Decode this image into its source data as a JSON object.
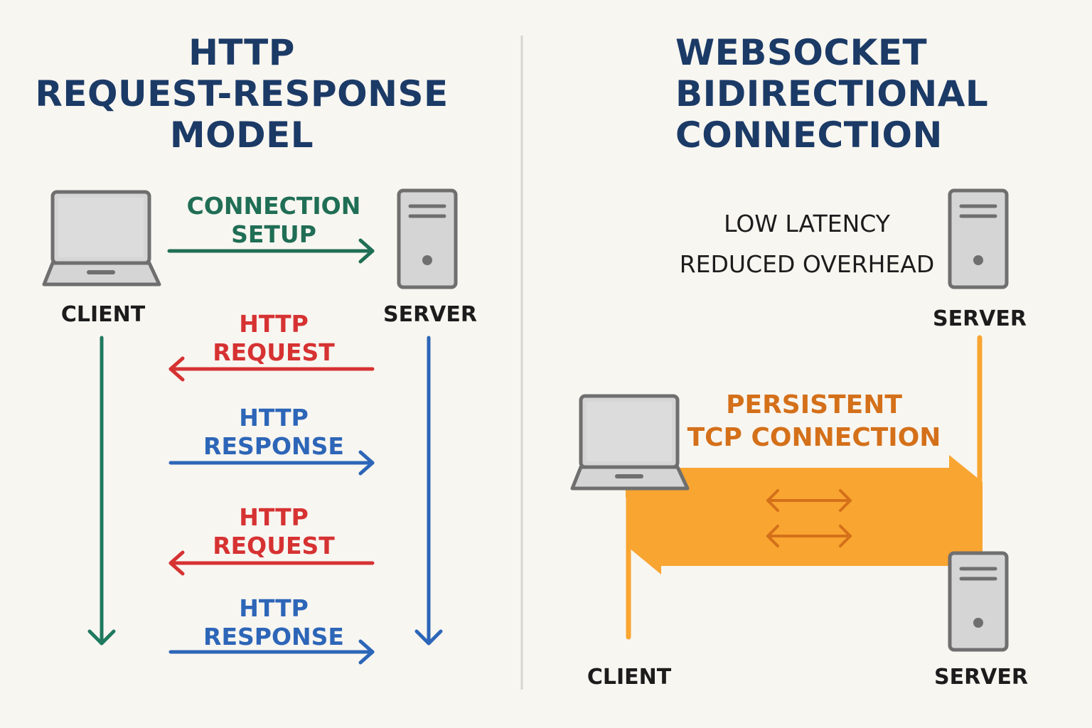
{
  "left": {
    "title": [
      "HTTP",
      "REQUEST-RESPONSE",
      "MODEL"
    ],
    "client_label": "CLIENT",
    "server_label": "SERVER",
    "connection_setup": [
      "CONNECTION",
      "SETUP"
    ],
    "messages": [
      {
        "lines": [
          "HTTP",
          "REQUEST"
        ],
        "direction": "server-to-client",
        "color": "#d63232"
      },
      {
        "lines": [
          "HTTP",
          "RESPONSE"
        ],
        "direction": "client-to-server",
        "color": "#2d66b8"
      },
      {
        "lines": [
          "HTTP",
          "REQUEST"
        ],
        "direction": "server-to-client",
        "color": "#d63232"
      },
      {
        "lines": [
          "HTTP",
          "RESPONSE"
        ],
        "direction": "client-to-server",
        "color": "#2d66b8"
      }
    ]
  },
  "right": {
    "title": [
      "WEBSOCKET",
      "BIDIRECTIONAL",
      "CONNECTION"
    ],
    "benefits": [
      "LOW LATENCY",
      "REDUCED OVERHEAD"
    ],
    "connection_label": [
      "PERSISTENT",
      "TCP CONNECTION"
    ],
    "client_label": "CLIENT",
    "server_label_top": "SERVER",
    "server_label_bottom": "SERVER"
  },
  "colors": {
    "title": "#1b3a66",
    "setup": "#1f6e55",
    "request": "#d63232",
    "response": "#2d66b8",
    "client_timeline": "#1f7a5e",
    "server_timeline": "#2d66b8",
    "websocket": "#f9a531",
    "websocket_text": "#d4701a"
  },
  "icons": [
    "laptop-icon",
    "server-icon"
  ]
}
